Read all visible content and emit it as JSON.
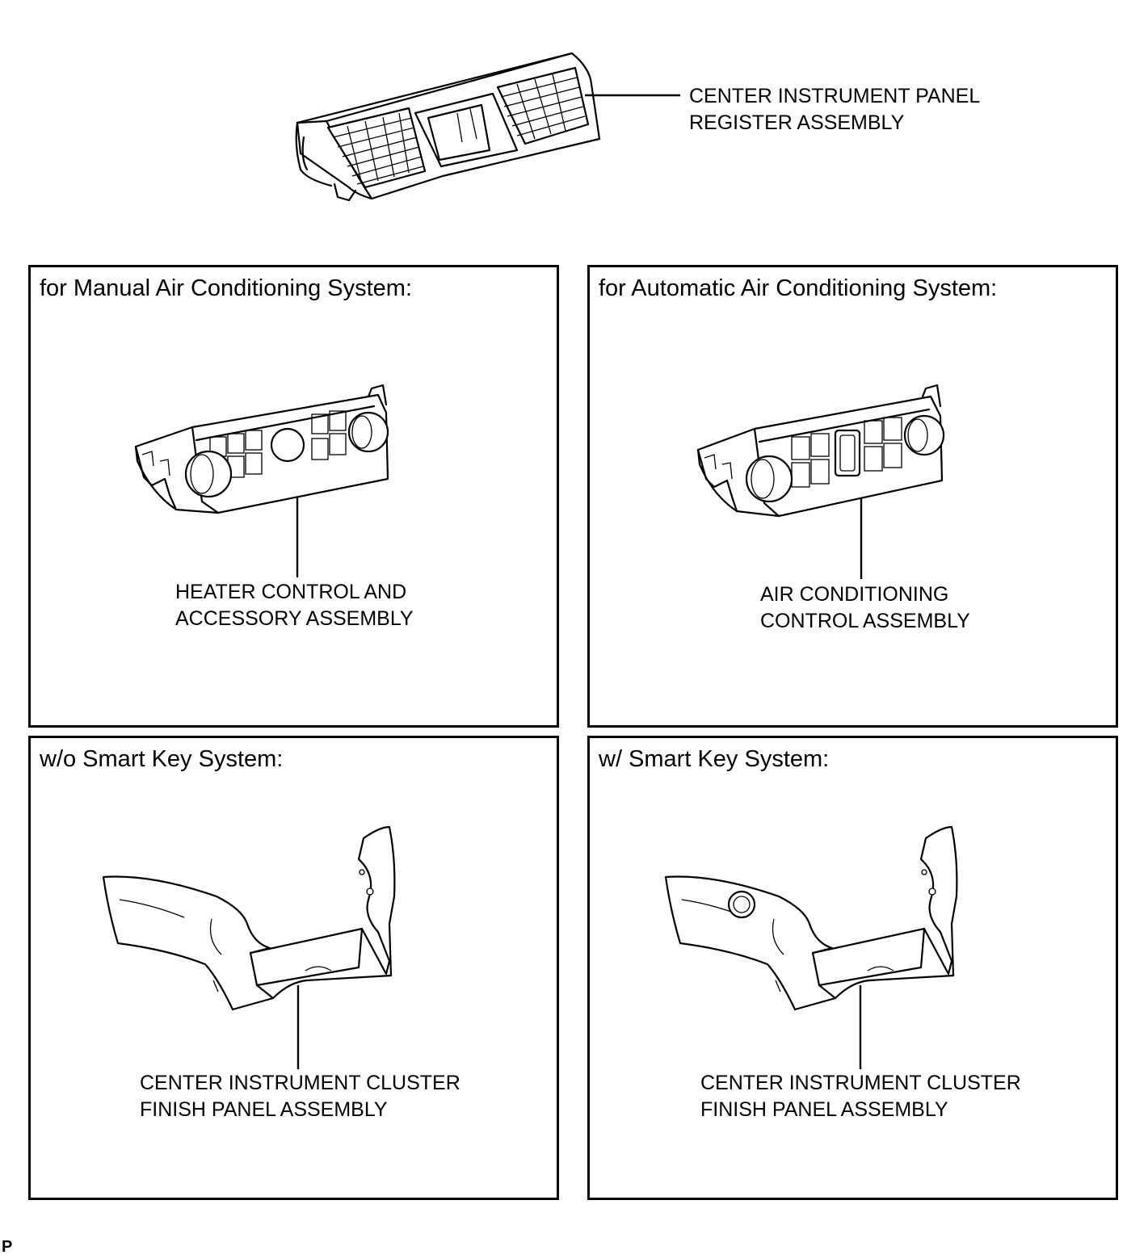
{
  "top_part": {
    "label_line1": "CENTER INSTRUMENT PANEL",
    "label_line2": "REGISTER ASSEMBLY"
  },
  "panels": [
    {
      "title": "for Manual Air Conditioning System:",
      "label_line1": "HEATER CONTROL AND",
      "label_line2": "ACCESSORY ASSEMBLY"
    },
    {
      "title": "for Automatic Air Conditioning System:",
      "label_line1": "AIR CONDITIONING",
      "label_line2": "CONTROL ASSEMBLY"
    },
    {
      "title": "w/o Smart Key System:",
      "label_line1": "CENTER INSTRUMENT CLUSTER",
      "label_line2": "FINISH PANEL ASSEMBLY"
    },
    {
      "title": "w/ Smart Key System:",
      "label_line1": "CENTER INSTRUMENT CLUSTER",
      "label_line2": "FINISH PANEL ASSEMBLY"
    }
  ],
  "corner_mark": "P"
}
